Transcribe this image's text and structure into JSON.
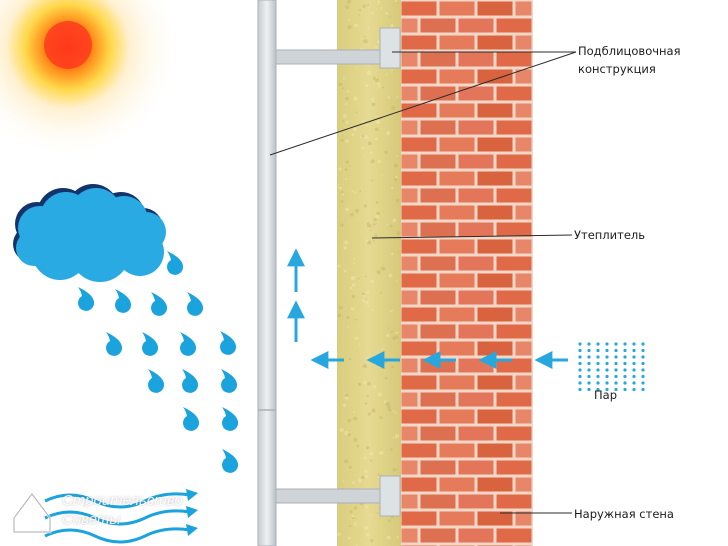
{
  "labels": {
    "cladding_line1": "Подблицовочная",
    "cladding_line2": "конструкция",
    "insulation": "Утеплитель",
    "vapor": "Пар",
    "outer_wall": "Наружная стена"
  },
  "watermark": {
    "line1": "Строительство",
    "line2": "Советы"
  },
  "colors": {
    "brick": "#e2724f",
    "mortar": "#f3d8c8",
    "insulation": "#e3d68a",
    "rain": "#1aa3dd",
    "cloud": "#2aaae2",
    "sun_core": "#ff3b1f",
    "arrow": "#27a7dd",
    "frame": "#cfd4d8"
  }
}
